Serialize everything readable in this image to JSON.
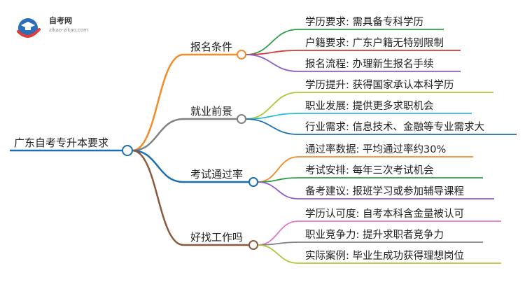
{
  "logo": {
    "title": "自考网",
    "url": "zikao-zikao.com"
  },
  "root": {
    "label": "广东自考专升本要求",
    "color": "#1a6fb0"
  },
  "branches": [
    {
      "label": "报名条件",
      "color": "#f28c28",
      "leaves": [
        {
          "label": "学历要求: 需具备专科学历",
          "color": "#2e9e44"
        },
        {
          "label": "户籍要求: 广东户籍无特别限制",
          "color": "#d33a3a"
        },
        {
          "label": "报名流程: 办理新生报名手续",
          "color": "#8e5cc9"
        }
      ]
    },
    {
      "label": "就业前景",
      "color": "#808080",
      "leaves": [
        {
          "label": "学历提升: 获得国家承认本科学历",
          "color": "#b5c43a"
        },
        {
          "label": "职业发展: 提供更多求职机会",
          "color": "#2bbcd4"
        },
        {
          "label": "行业需求: 信息技术、金融等专业需求大",
          "color": "#1a6fb0"
        }
      ]
    },
    {
      "label": "考试通过率",
      "color": "#1a6fb0",
      "leaves": [
        {
          "label": "通过率数据: 平均通过率约30%",
          "color": "#f28c28"
        },
        {
          "label": "考试安排: 每年三次考试机会",
          "color": "#2e9e44"
        },
        {
          "label": "备考建议: 报班学习或参加辅导课程",
          "color": "#8e5cc9"
        }
      ]
    },
    {
      "label": "好找工作吗",
      "color": "#8b5a3c",
      "leaves": [
        {
          "label": "学历认可度: 自考本科含金量被认可",
          "color": "#e377c2"
        },
        {
          "label": "职业竞争力: 提升求职者竞争力",
          "color": "#808080"
        },
        {
          "label": "实际案例: 毕业生成功获得理想岗位",
          "color": "#b5c43a"
        }
      ]
    }
  ]
}
